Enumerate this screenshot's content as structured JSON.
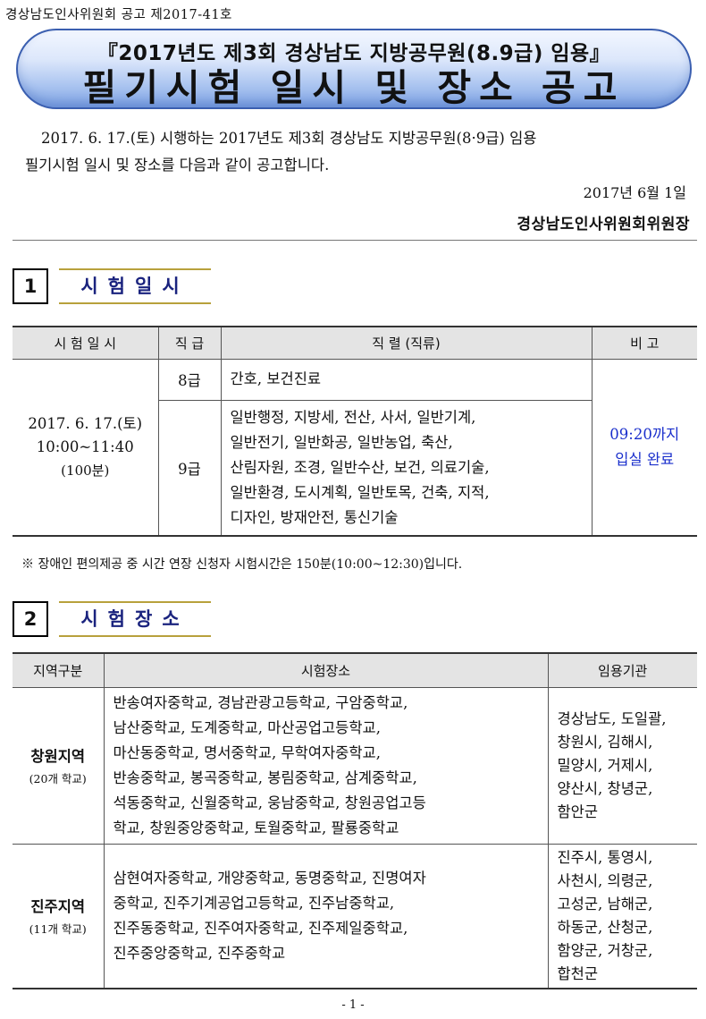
{
  "header": {
    "notice_number": "경상남도인사위원회 공고 제2017-41호",
    "title_line1": "『2017년도 제3회 경상남도 지방공무원(8.9급) 임용』",
    "title_line2": "필기시험 일시 및 장소 공고"
  },
  "intro": {
    "line1": "2017. 6. 17.(토) 시행하는 2017년도 제3회 경상남도 지방공무원(8·9급) 임용",
    "line2": "필기시험 일시 및 장소를 다음과 같이 공고합니다.",
    "date": "2017년 6월 1일",
    "issuer": "경상남도인사위원회위원장"
  },
  "section1": {
    "number": "1",
    "title": "시험일시",
    "headers": [
      "시 험 일 시",
      "직 급",
      "직 렬 (직류)",
      "비 고"
    ],
    "exam_date": "2017. 6. 17.(토)",
    "exam_time": "10:00~11:40",
    "exam_duration": "(100분)",
    "rows": [
      {
        "grade": "8급",
        "series": [
          "간호, 보건진료"
        ]
      },
      {
        "grade": "9급",
        "series": [
          "일반행정, 지방세, 전산, 사서, 일반기계,",
          "일반전기, 일반화공, 일반농업, 축산,",
          "산림자원, 조경, 일반수산, 보건, 의료기술,",
          "일반환경, 도시계획, 일반토목, 건축, 지적,",
          "디자인, 방재안전, 통신기술"
        ]
      }
    ],
    "remark_time": "09:20",
    "remark_line1_rest": "까지",
    "remark_line2": "입실 완료",
    "footnote": "※ 장애인 편의제공 중 시간 연장 신청자 시험시간은 150분(10:00~12:30)입니다."
  },
  "section2": {
    "number": "2",
    "title": "시험장소",
    "headers": [
      "지역구분",
      "시험장소",
      "임용기관"
    ],
    "regions": [
      {
        "name": "창원지역",
        "count": "(20개 학교)",
        "schools": [
          "반송여자중학교, 경남관광고등학교, 구암중학교,",
          "남산중학교, 도계중학교, 마산공업고등학교,",
          "마산동중학교, 명서중학교, 무학여자중학교,",
          "반송중학교, 봉곡중학교, 봉림중학교, 삼계중학교,",
          "석동중학교, 신월중학교, 웅남중학교, 창원공업고등",
          "학교, 창원중앙중학교, 토월중학교, 팔룡중학교"
        ],
        "agencies": [
          "경상남도, 도일괄,",
          "창원시, 김해시,",
          "밀양시, 거제시,",
          "양산시, 창녕군,",
          "함안군"
        ]
      },
      {
        "name": "진주지역",
        "count": "(11개 학교)",
        "schools": [
          "삼현여자중학교, 개양중학교, 동명중학교, 진명여자",
          "중학교, 진주기계공업고등학교, 진주남중학교,",
          "진주동중학교, 진주여자중학교, 진주제일중학교,",
          "진주중앙중학교, 진주중학교"
        ],
        "agencies": [
          "진주시, 통영시,",
          "사천시, 의령군,",
          "고성군, 남해군,",
          "하동군, 산청군,",
          "함양군, 거창군,",
          "합천군"
        ]
      }
    ]
  },
  "footer": {
    "page": "- 1 -"
  }
}
